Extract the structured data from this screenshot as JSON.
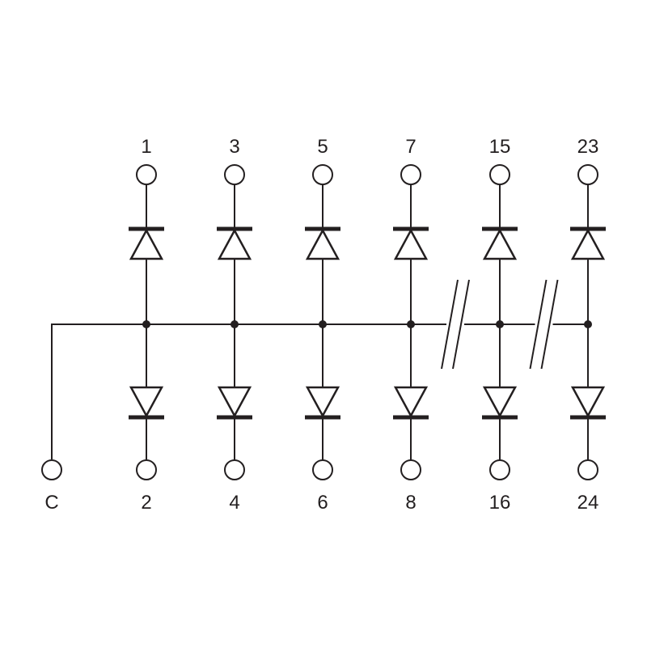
{
  "diagram": {
    "colors": {
      "ink": "#231f20",
      "background": "#ffffff"
    },
    "common_terminal": {
      "label": "C"
    },
    "channels": [
      {
        "top_pin": "1",
        "bottom_pin": "2",
        "break_before": false
      },
      {
        "top_pin": "3",
        "bottom_pin": "4",
        "break_before": false
      },
      {
        "top_pin": "5",
        "bottom_pin": "6",
        "break_before": false
      },
      {
        "top_pin": "7",
        "bottom_pin": "8",
        "break_before": false
      },
      {
        "top_pin": "15",
        "bottom_pin": "16",
        "break_before": true
      },
      {
        "top_pin": "23",
        "bottom_pin": "24",
        "break_before": true
      }
    ]
  }
}
